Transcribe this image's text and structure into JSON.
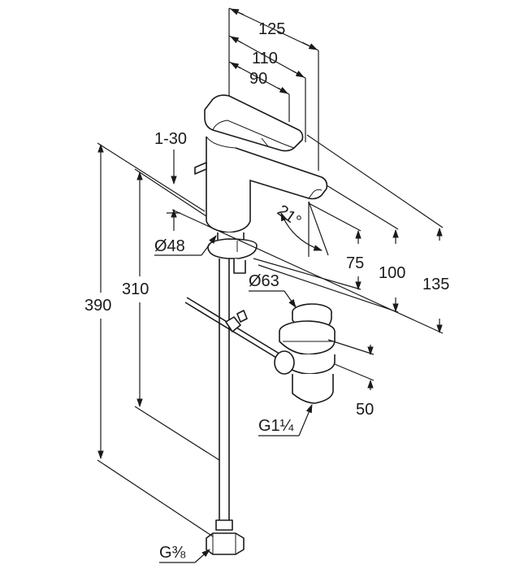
{
  "dimensions": {
    "width_125": "125",
    "width_110": "110",
    "width_90": "90",
    "offset_1_30": "1-30",
    "dia_48": "Ø48",
    "angle_21": "21°",
    "height_75": "75",
    "height_100": "100",
    "height_135": "135",
    "dia_63": "Ø63",
    "height_390": "390",
    "height_310": "310",
    "height_50": "50",
    "thread_g114": "G1¼",
    "thread_g38": "G⅜"
  }
}
